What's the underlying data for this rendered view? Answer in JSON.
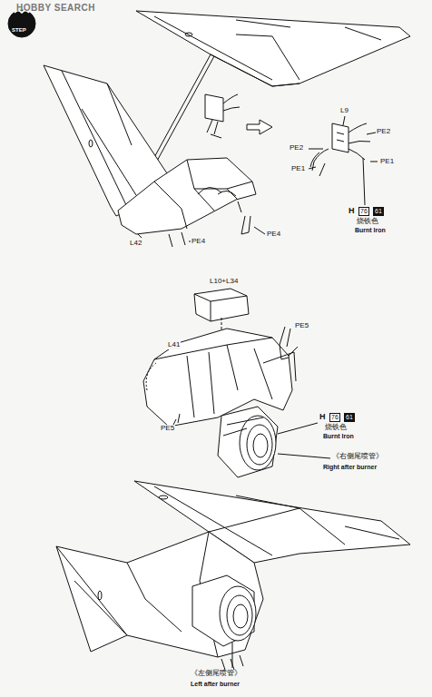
{
  "diagram": {
    "labels": [
      "HOBBY SEARCH",
      "STEP",
      "L9",
      "PE2",
      "PE2",
      "PE1",
      "PE1",
      "H",
      "76",
      "61",
      "烧铁色",
      "Burnt Iron",
      "L42",
      "PE4",
      "PE4",
      "L10+L34",
      "PE5",
      "L41",
      "PE5",
      "H",
      "76",
      "61",
      "烧铁色",
      "Burnt Iron",
      "《右侧尾喷管》",
      "Right after burner",
      "《左侧尾喷管》",
      "Left after burner"
    ]
  }
}
